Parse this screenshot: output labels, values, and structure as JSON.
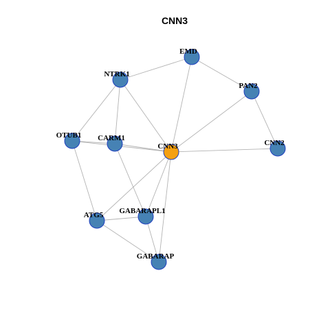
{
  "title": "CNN3",
  "colors": {
    "hub_fill": "#f5a011",
    "node_fill": "#4682b4",
    "node_border": "#1f3fbf",
    "edge": "#b3b3b3"
  },
  "nodes": [
    {
      "id": "EMD",
      "label": "EMD",
      "hub": false
    },
    {
      "id": "NTRK1",
      "label": "NTRK1",
      "hub": false
    },
    {
      "id": "PAN2",
      "label": "PAN2",
      "hub": false
    },
    {
      "id": "OTUB1",
      "label": "OTUB1",
      "hub": false
    },
    {
      "id": "CARM1",
      "label": "CARM1",
      "hub": false
    },
    {
      "id": "CNN3",
      "label": "CNN3",
      "hub": true
    },
    {
      "id": "CNN2",
      "label": "CNN2",
      "hub": false
    },
    {
      "id": "GABARAPL1",
      "label": "GABARAPL1",
      "hub": false
    },
    {
      "id": "ATG5",
      "label": "ATG5",
      "hub": false
    },
    {
      "id": "GABARAP",
      "label": "GABARAP",
      "hub": false
    }
  ],
  "edges": [
    [
      "EMD",
      "NTRK1"
    ],
    [
      "EMD",
      "PAN2"
    ],
    [
      "EMD",
      "CNN3"
    ],
    [
      "PAN2",
      "CNN3"
    ],
    [
      "PAN2",
      "CNN2"
    ],
    [
      "NTRK1",
      "OTUB1"
    ],
    [
      "NTRK1",
      "CARM1"
    ],
    [
      "NTRK1",
      "CNN3"
    ],
    [
      "OTUB1",
      "CARM1"
    ],
    [
      "OTUB1",
      "CNN3"
    ],
    [
      "OTUB1",
      "ATG5"
    ],
    [
      "CARM1",
      "CNN3"
    ],
    [
      "CARM1",
      "GABARAPL1"
    ],
    [
      "CNN3",
      "CNN2"
    ],
    [
      "CNN3",
      "ATG5"
    ],
    [
      "CNN3",
      "GABARAPL1"
    ],
    [
      "CNN3",
      "GABARAP"
    ],
    [
      "ATG5",
      "GABARAPL1"
    ],
    [
      "ATG5",
      "GABARAP"
    ],
    [
      "GABARAPL1",
      "GABARAP"
    ]
  ]
}
